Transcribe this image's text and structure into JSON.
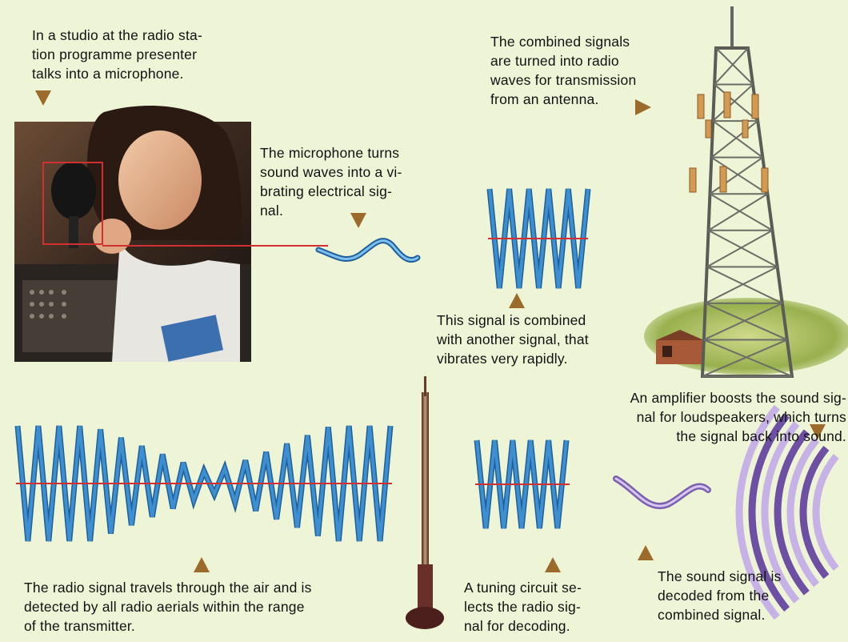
{
  "captions": {
    "studio": "In a studio at the radio sta-\ntion programme presenter\ntalks into a microphone.",
    "microphone": "The microphone turns\nsound waves into a vi-\nbrating electrical sig-\nnal.",
    "tower": "The combined signals\nare turned into radio\nwaves for transmission\nfrom an antenna.",
    "combined": "This signal is combined\nwith another signal, that\nvibrates very rapidly.",
    "amplifier": "An amplifier boosts the sound sig-\nnal for loudspeakers, which turns\nthe signal back into sound.",
    "travel": "The radio signal travels through the air and is\ndetected by all radio aerials within the range\nof the transmitter.",
    "tuning": "A tuning circuit se-\nlects the radio sig-\nnal for decoding.",
    "decoded": "The sound signal is\ndecoded from the\ncombined signal."
  },
  "colors": {
    "background": "#eef5d6",
    "arrow": "#9c6b2c",
    "wave": "#3d8fd0",
    "wave_dark": "#1f5f9c",
    "axis": "#d23030",
    "highlight_box": "#d23030",
    "speaker": "#9a7ac0"
  },
  "icons": {
    "down_arrow": "triangle-down",
    "up_arrow": "triangle-up",
    "right_arrow": "triangle-right"
  }
}
